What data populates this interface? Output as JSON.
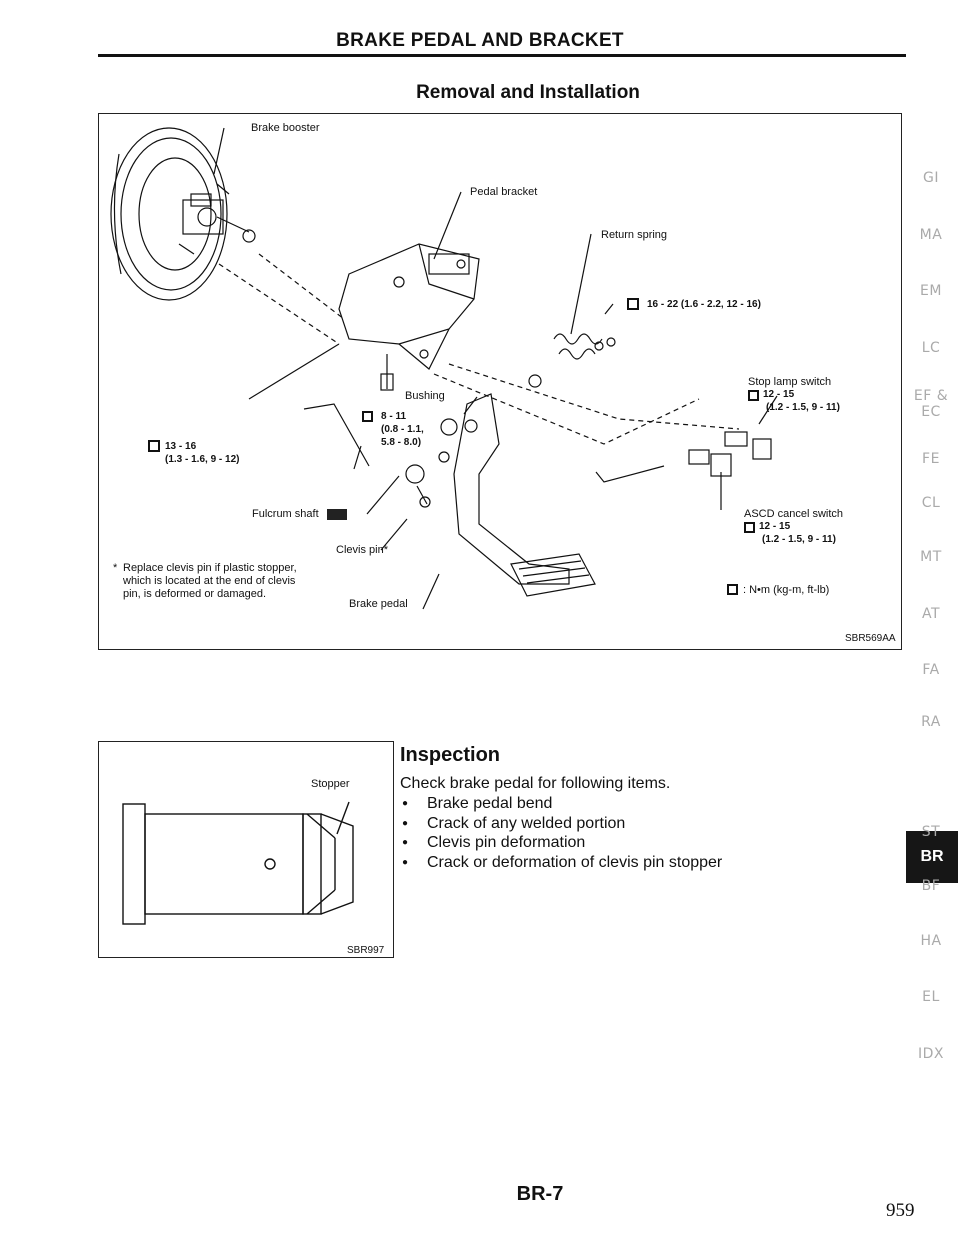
{
  "header": {
    "title": "BRAKE PEDAL AND BRACKET",
    "section": "Removal and Installation"
  },
  "figure1": {
    "labels": {
      "brake_booster": "Brake booster",
      "pedal_bracket": "Pedal bracket",
      "return_spring": "Return spring",
      "torque_top": "16 - 22 (1.6 - 2.2, 12 - 16)",
      "stop_lamp_switch": "Stop lamp switch",
      "stop_torque_1": "12 - 15",
      "stop_torque_2": "(1.2 - 1.5, 9 - 11)",
      "bushing": "Bushing",
      "torque_mid_1": "8 - 11",
      "torque_mid_2": "(0.8 - 1.1,",
      "torque_mid_3": "5.8 - 8.0)",
      "torque_left_1": "13 - 16",
      "torque_left_2": "(1.3 - 1.6, 9 - 12)",
      "fulcrum_shaft": "Fulcrum shaft",
      "ascd_cancel_switch": "ASCD cancel switch",
      "ascd_torque_1": "12 - 15",
      "ascd_torque_2": "(1.2 - 1.5, 9 - 11)",
      "clevis_pin": "Clevis pin",
      "note_line_1": "Replace clevis pin if plastic stopper,",
      "note_line_2": "which is located at the end of clevis",
      "note_line_3": "pin, is deformed or damaged.",
      "brake_pedal": "Brake pedal",
      "unit_legend": ": N•m (kg-m, ft-lb)",
      "code": "SBR569AA"
    }
  },
  "figure2": {
    "stopper": "Stopper",
    "code": "SBR997"
  },
  "inspection": {
    "title": "Inspection",
    "intro": "Check brake pedal for following items.",
    "items": [
      "Brake pedal bend",
      "Crack of any welded portion",
      "Clevis pin deformation",
      "Crack or deformation of clevis pin stopper"
    ]
  },
  "sidebar": {
    "tabs": [
      "GI",
      "MA",
      "EM",
      "LC",
      "EF &",
      "EC",
      "FE",
      "CL",
      "MT",
      "AT",
      "FA",
      "RA",
      "BR",
      "ST",
      "BF",
      "HA",
      "EL",
      "IDX"
    ],
    "active": "BR"
  },
  "footer": {
    "page_code": "BR-7",
    "page_number": "959"
  }
}
